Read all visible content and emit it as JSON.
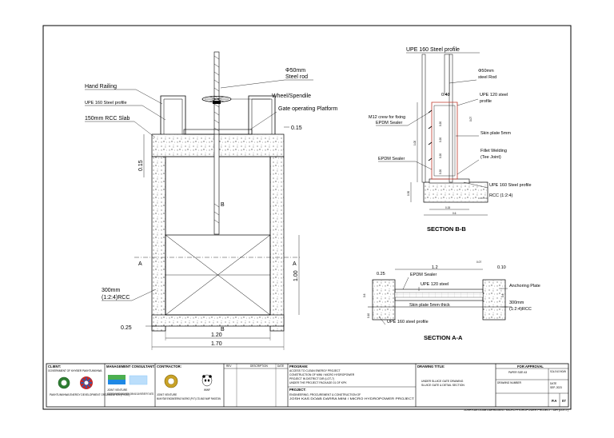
{
  "left_elevation": {
    "labels": {
      "steel_rod_dia": "Φ50mm",
      "steel_rod": "Steel rod",
      "hand_railing": "Hand Railing",
      "wheel": "Wheel/Spendile",
      "upe160": "UPE 160 Steel profile",
      "gate_platform": "Gate operating Platform",
      "rcc_slab": "150mm RCC Slab",
      "rcc300": "300mm",
      "rcc300b": "(1:2:4)RCC"
    },
    "dims": {
      "slab_thk_right": "0.15",
      "slab_thk_left": "0.15",
      "height": "1.00",
      "base_left": "0.25",
      "inner_width": "1.20",
      "outer_width": "1.70"
    },
    "markers": {
      "section_a": "A",
      "section_b": "B"
    }
  },
  "section_bb": {
    "title": "SECTION B-B",
    "labels": {
      "upe160_top": "UPE 160 Steel profile",
      "rod_dia": "Φ50mm",
      "rod": "steel Rod",
      "upe120": "UPE 120 steel",
      "upe120b": "profile",
      "m12": "M12 crew for fixing",
      "m12b": "EPDM Sealer",
      "skin": "Skin plate 5mm",
      "fillet": "Fillet Welding",
      "fillet_b": "(Tee Joint)",
      "epdm": "EPDM Sealer",
      "upe160_bot": "UPE 160 Steel profile",
      "rcc": "RCC (1:2:4)"
    },
    "dims": {
      "top": "0.43",
      "d1": "0.07",
      "d2": "0.20",
      "d3": "0.20",
      "d4": "0.20",
      "d5": "0.20",
      "left_total": "1.00",
      "left_base": "0.30",
      "bottom_small": "0.15",
      "bottom_total": "0.6"
    }
  },
  "section_aa": {
    "title": "SECTION A-A",
    "labels": {
      "epdm": "EPDM Sealer",
      "upe120": "UPE 120 steel",
      "anchoring": "Anchoring Plate",
      "skin": "Skin plate 5mm thick",
      "rcc300": "300mm",
      "rcc300b": "(1:2:4)RCC",
      "upe160": "UPE 160 steel profile"
    },
    "dims": {
      "left": "0.25",
      "span": "1.2",
      "d007": "0.07",
      "d010_top": "0.10",
      "height_a": "0.6",
      "height_b": "0.6",
      "left_010": "0.10"
    }
  },
  "title_block": {
    "client_heading": "CLIENT:",
    "client_name": "GOVERNMENT OF KHYBER PAKHTUNKHWA",
    "client_org": "PAKHTUNKHWA ENERGY DEVELOPMENT ORGANIZATION (PEDO)",
    "mgmt_heading": "MANAGEMENT CONSULTANT:",
    "mgmt_jv": "JOINT VENTURE",
    "mgmt_names": "INTEGRATION ENVIRONMENT & ENERGY GMBH AND ELAN PARTNERS PVT LIMITED",
    "contractor_heading": "CONTRACTOR:",
    "contractor_jv": "JOINT VENTURE",
    "contractor_names": "MUKHTAR ENGINEERING WORKS (PVT) LTD AND WWF PAKISTAN",
    "wwf": "WWF",
    "col_rev": "REV",
    "col_desc": "DESCRIPTION",
    "col_date": "DATE",
    "program_heading": "PROGRAM:",
    "program_lines": [
      "ACCESS TO CLEAN ENERGY PROJECT",
      "CONSTRUCTION OF MINI / MICRO HYDROPOWER",
      "PROJECT IN DISTRICT DIR (LOT-7)",
      "UNDER THE PROJECT PACKAGE 01 OF KPK"
    ],
    "project_heading": "PROJECT:",
    "project_lines": [
      "ENGINEERING, PROCUREMENT & CONSTRUCTION OF",
      "JOSH KAS DOAB DARRA MINI / MICRO HYDROPOWER PROJECT"
    ],
    "drawing_heading": "DRAWING TITLE:",
    "drawing_lines": [
      "UNDER SLUICE GATE DRAWING",
      "SLUICE GATE & DETAIL SECTION"
    ],
    "approval": "FOR APPROVAL",
    "paper": "PAPER SIZE A3",
    "scale": "SCALE AS SHOWN",
    "drawing_no_label": "DRAWING NUMBER",
    "date_label": "DATE",
    "date_value": "SEP, 2023",
    "sheet_code": "P.A",
    "sheet_no": "07",
    "footer": "JOSH KAS DOAB DARRA MINI / MICRO HYDROPOWER PROJECT - DIR (LOT-7)"
  }
}
